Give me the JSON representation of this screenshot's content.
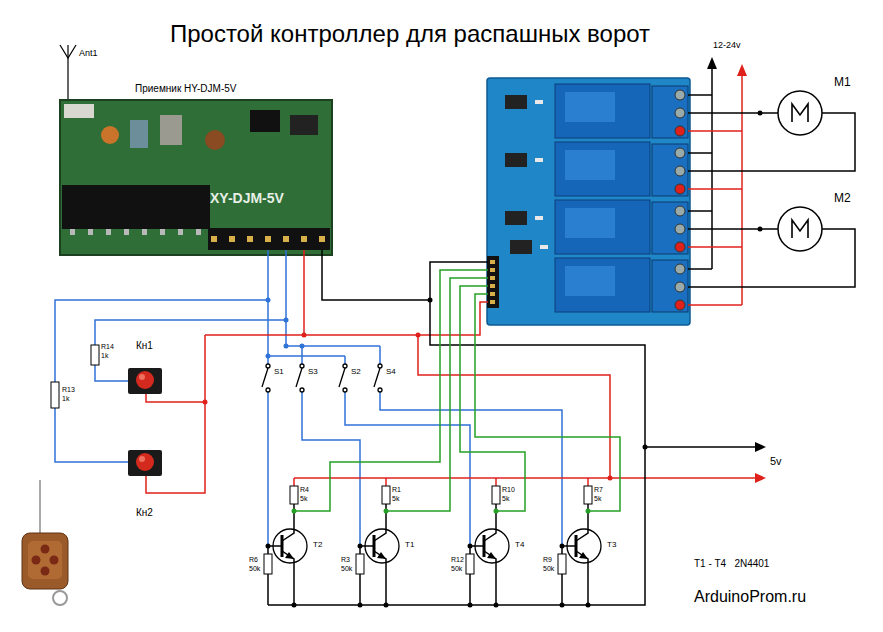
{
  "diagram": {
    "title": "Простой контроллер для распашных ворот",
    "nodes": [
      {
        "text": [
          "Приемник HY-DJM-5V",
          "XY-DJM-5V"
        ]
      },
      {
        "text": [
          "M1"
        ]
      },
      {
        "text": [
          "M2"
        ]
      }
    ],
    "labels": [
      "Ant1",
      "12-24v",
      "Кн1",
      "R14",
      "1k",
      "R13",
      "1k",
      "Кн2",
      "S1",
      "S3",
      "S2",
      "S4",
      "R4",
      "5k",
      "R1",
      "5k",
      "R10",
      "5k",
      "R7",
      "5k",
      "T2",
      "T1",
      "T4",
      "T3",
      "R6",
      "50k",
      "R3",
      "50k",
      "R12",
      "50k",
      "R9",
      "50k",
      "5v",
      "T1 - T4   2N4401",
      "ArduinoProm.ru"
    ]
  }
}
